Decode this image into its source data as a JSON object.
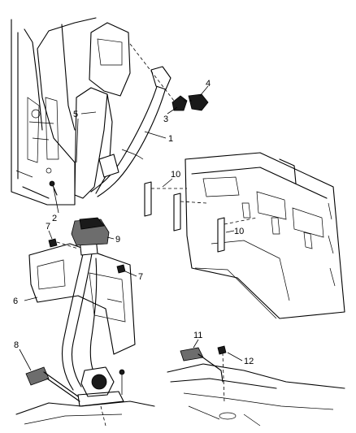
{
  "diagram": {
    "callouts": [
      "1",
      "2",
      "3",
      "4",
      "5",
      "6",
      "7",
      "7",
      "8",
      "9",
      "10",
      "10",
      "11",
      "12"
    ]
  }
}
